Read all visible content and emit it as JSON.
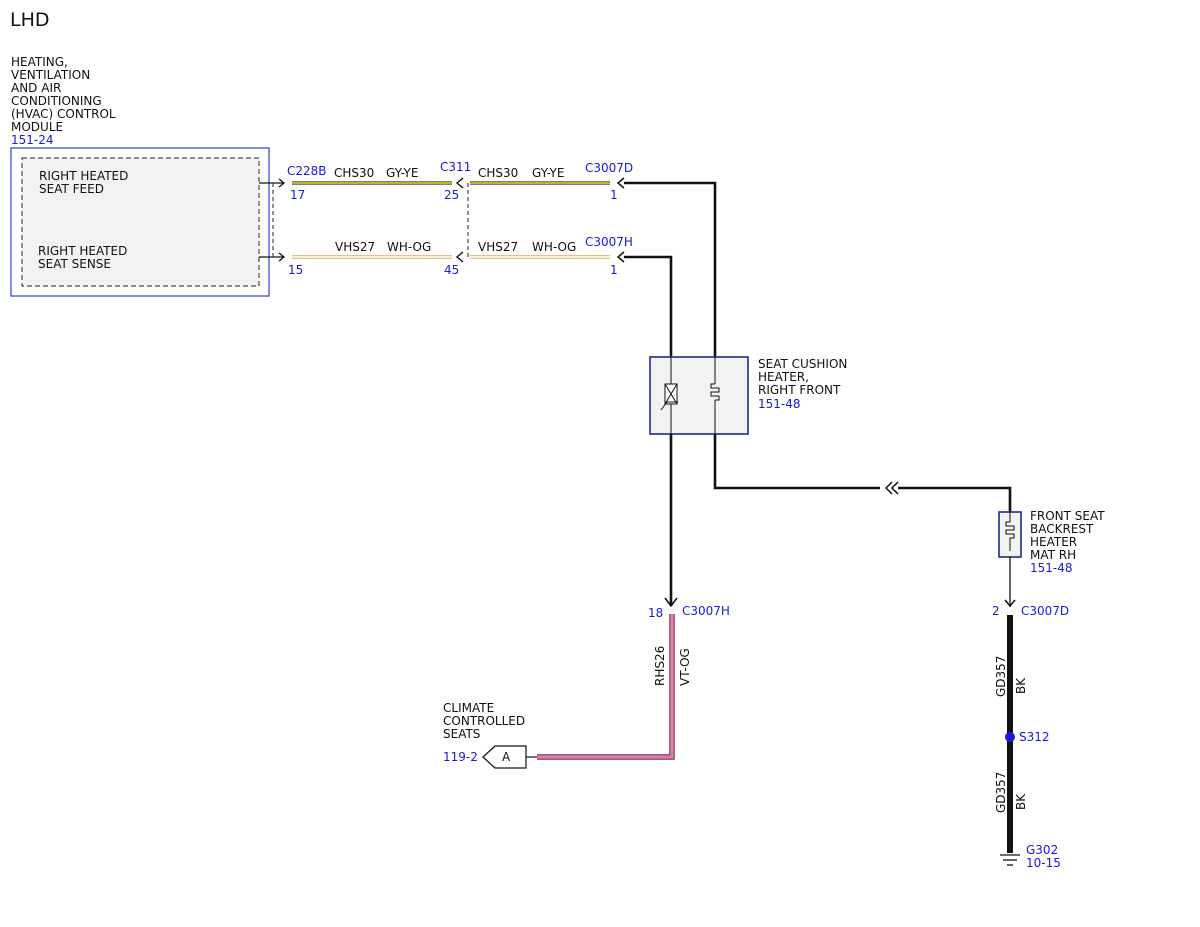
{
  "page": {
    "title": "LHD"
  },
  "hvac_module": {
    "name_lines": [
      "HEATING,",
      "VENTILATION",
      "AND AIR",
      "CONDITIONING",
      "(HVAC) CONTROL",
      "MODULE"
    ],
    "ref": "151-24",
    "feed_label_lines": [
      "RIGHT HEATED",
      "SEAT FEED"
    ],
    "sense_label_lines": [
      "RIGHT HEATED",
      "SEAT SENSE"
    ]
  },
  "connectors": {
    "c228b": {
      "name": "C228B",
      "pin_feed": "17",
      "pin_sense": "15"
    },
    "c311": {
      "name": "C311",
      "pin_feed": "25",
      "pin_sense": "45"
    },
    "c3007d_top": {
      "name": "C3007D",
      "pin": "1"
    },
    "c3007h_top": {
      "name": "C3007H",
      "pin": "1"
    },
    "c3007h_bottom": {
      "name": "C3007H",
      "pin": "18"
    },
    "c3007d_bottom": {
      "name": "C3007D",
      "pin": "2"
    }
  },
  "wires": {
    "feed_left": {
      "circuit": "CHS30",
      "color": "GY-YE"
    },
    "feed_right": {
      "circuit": "CHS30",
      "color": "GY-YE"
    },
    "sense_left": {
      "circuit": "VHS27",
      "color": "WH-OG"
    },
    "sense_right": {
      "circuit": "VHS27",
      "color": "WH-OG"
    },
    "rhs": {
      "circuit": "RHS26",
      "color": "VT-OG"
    },
    "ground_upper": {
      "circuit": "GD357",
      "color": "BK"
    },
    "ground_lower": {
      "circuit": "GD357",
      "color": "BK"
    }
  },
  "seat_cushion_heater": {
    "name_lines": [
      "SEAT CUSHION",
      "HEATER,",
      "RIGHT FRONT"
    ],
    "ref": "151-48"
  },
  "backrest_heater": {
    "name_lines": [
      "FRONT SEAT",
      "BACKREST",
      "HEATER",
      "MAT RH"
    ],
    "ref": "151-48"
  },
  "climate_seats": {
    "name_lines": [
      "CLIMATE",
      "CONTROLLED",
      "SEATS"
    ],
    "ref": "119-2",
    "connector_letter": "A"
  },
  "splice": {
    "name": "S312"
  },
  "ground": {
    "name": "G302",
    "ref": "10-15"
  },
  "colors": {
    "blue_label": "#1a1adc",
    "wire_black": "#111111",
    "wire_vt_og": "#e07aa8",
    "wire_gy": "#7d7d7d",
    "wire_ye": "#d8c800",
    "wire_wh": "#f2f2f2",
    "wire_og": "#f0a030",
    "component_fill": "#f2f2f2",
    "component_border": "#1e2a8c"
  }
}
